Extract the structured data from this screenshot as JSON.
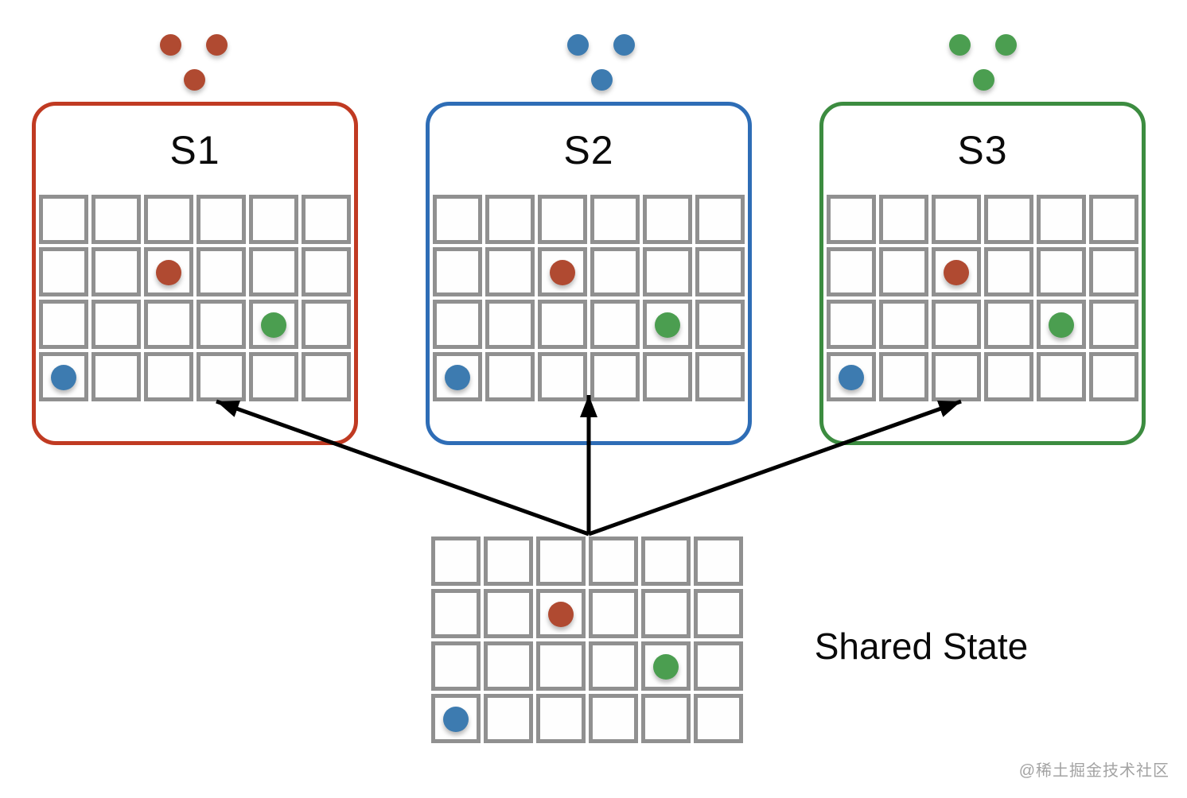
{
  "boxes": [
    {
      "id": "S1",
      "label": "S1",
      "border_color": "#c03a22",
      "token_color_name": "red",
      "token_color": "#b04a31"
    },
    {
      "id": "S2",
      "label": "S2",
      "border_color": "#2e6db6",
      "token_color_name": "blue",
      "token_color": "#3d7bb0"
    },
    {
      "id": "S3",
      "label": "S3",
      "border_color": "#3c8c40",
      "token_color_name": "green",
      "token_color": "#4b9e50"
    }
  ],
  "grid": {
    "rows": 4,
    "columns": 6,
    "cell_border_color": "#909090",
    "dots": [
      {
        "color_name": "red",
        "color": "#b04a31",
        "row": 2,
        "col": 3
      },
      {
        "color_name": "green",
        "color": "#4b9e50",
        "row": 3,
        "col": 5
      },
      {
        "color_name": "blue",
        "color": "#3d7bb0",
        "row": 4,
        "col": 1
      }
    ]
  },
  "shared_state": {
    "label": "Shared State"
  },
  "arrows": [
    {
      "from": "shared_state",
      "to": "S1"
    },
    {
      "from": "shared_state",
      "to": "S2"
    },
    {
      "from": "shared_state",
      "to": "S3"
    }
  ],
  "watermark": {
    "text": "@稀土掘金技术社区"
  },
  "colors": {
    "arrow": "#000000",
    "grid_gray": "#909090",
    "red": "#b04a31",
    "blue": "#3d7bb0",
    "green": "#4b9e50"
  }
}
